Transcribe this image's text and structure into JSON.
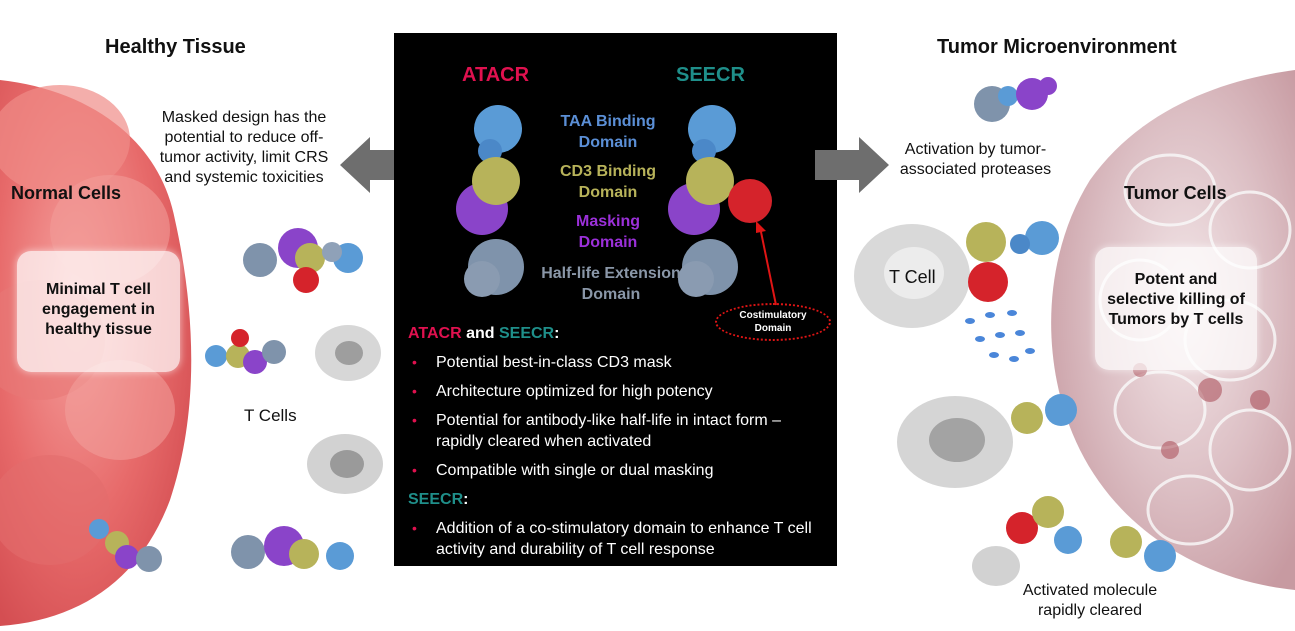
{
  "left": {
    "heading": "Healthy Tissue",
    "masked_note": "Masked design has the potential to reduce off-tumor activity, limit CRS and systemic toxicities",
    "normal_cells": "Normal Cells",
    "minimal_box": "Minimal T cell engagement in healthy tissue",
    "t_cells": "T Cells"
  },
  "right": {
    "heading": "Tumor Microenvironment",
    "activation_note": "Activation by tumor-associated proteases",
    "tumor_cells": "Tumor Cells",
    "t_cell": "T Cell",
    "potent_box": "Potent and selective killing of Tumors by T cells",
    "cleared_note": "Activated molecule rapidly cleared"
  },
  "center": {
    "atacr_title": "ATACR",
    "seecr_title": "SEECR",
    "domains": [
      {
        "label": "TAA Binding Domain",
        "color": "#5b8fd6"
      },
      {
        "label": "CD3 Binding Domain",
        "color": "#b8b35a"
      },
      {
        "label": "Masking Domain",
        "color": "#9b30d9"
      },
      {
        "label": "Half-life Extension Domain",
        "color": "#8a97a8"
      }
    ],
    "costim_label": "Costimulatory Domain",
    "section1_atacr": "ATACR",
    "section1_and": " and ",
    "section1_seecr": "SEECR",
    "section1_colon": ":",
    "bullets1": [
      "Potential best-in-class CD3 mask",
      "Architecture optimized for high potency",
      "Potential for antibody-like half-life in intact form – rapidly cleared when activated",
      "Compatible with single or dual masking"
    ],
    "section2_seecr": "SEECR",
    "section2_colon": ":",
    "bullets2": [
      "Addition of a co-stimulatory domain to enhance T cell activity and durability of T cell response"
    ]
  },
  "colors": {
    "atacr": "#e0114f",
    "seecr": "#1f8f8a",
    "costim": "#e01515",
    "panel_bg": "#000000",
    "arrow": "#6e6e6e"
  }
}
